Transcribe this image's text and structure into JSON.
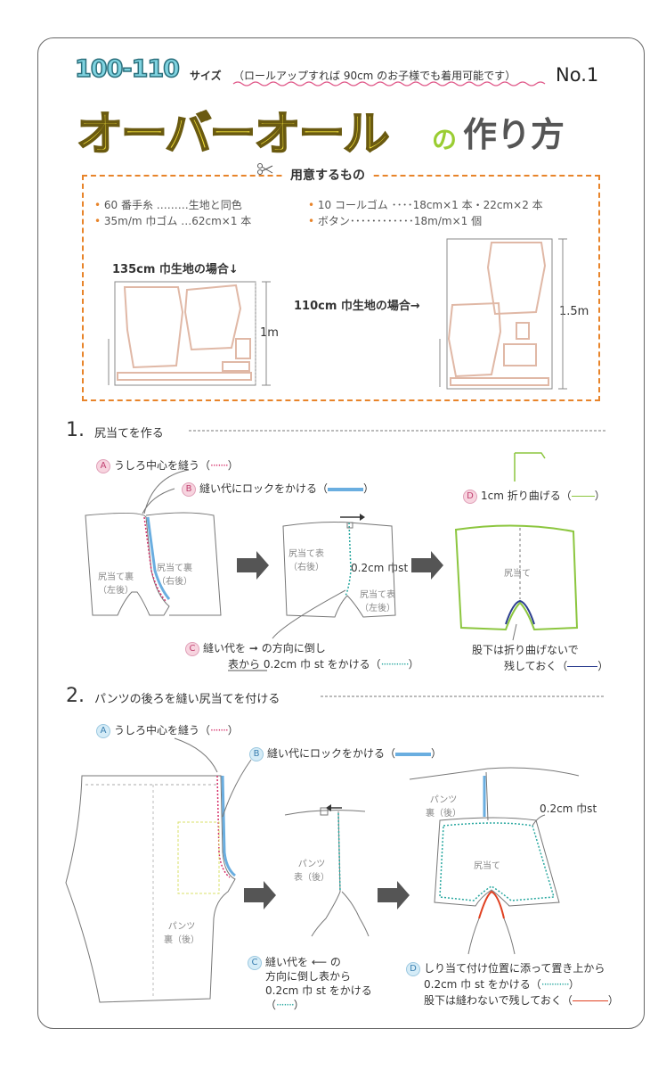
{
  "header": {
    "size_range": "100-110",
    "size_suffix": "サイズ",
    "size_note": "（ロールアップすれば 90cm のお子様でも着用可能です）",
    "number": "No.1",
    "title_main": "オーバーオール",
    "title_no": "の",
    "title_sub": "作り方"
  },
  "materials": {
    "title": "用意するもの",
    "items": [
      "60 番手糸 ………生地と同色",
      "35m/m 巾ゴム …62cm×1 本",
      "10 コールゴム ････18cm×1 本・22cm×2 本",
      "ボタン････････････18m/m×1 個"
    ],
    "fabric_135_label": "135cm 巾生地の場合↓",
    "fabric_135_length": "1m",
    "fabric_110_label": "110cm 巾生地の場合→",
    "fabric_110_length": "1.5m"
  },
  "section1": {
    "number": "1.",
    "title": "尻当てを作る",
    "step_a_letter": "A",
    "step_a": "うしろ中心を縫う（",
    "step_b_letter": "B",
    "step_b": "縫い代にロックをかける（",
    "step_c_letter": "C",
    "step_c_line1": "縫い代を",
    "step_c_line1b": "の方向に倒し",
    "step_c_line2": "表から 0.2cm 巾 st をかける（",
    "step_d_letter": "D",
    "step_d": "1cm 折り曲げる（",
    "close_paren": "）",
    "label_inside_left": "尻当て裏\n（左後）",
    "label_inside_right": "尻当て裏\n（右後）",
    "label_outside_right": "尻当て表\n（右後）",
    "label_outside_left": "尻当て表\n（左後）",
    "stitch_label": "0.2cm 巾st",
    "finished_label": "尻当て",
    "crotch_note_1": "股下は折り曲げないで",
    "crotch_note_2": "残しておく（"
  },
  "section2": {
    "number": "2.",
    "title": "パンツの後ろを縫い尻当てを付ける",
    "step_a_letter": "A",
    "step_a": "うしろ中心を縫う（",
    "step_b_letter": "B",
    "step_b": "縫い代にロックをかける（",
    "step_c_letter": "C",
    "step_c_line1": "縫い代を",
    "step_c_line1b": "の",
    "step_c_line2": "方向に倒し表から",
    "step_c_line3": "0.2cm 巾 st をかける",
    "step_c_line4": "（",
    "step_d_letter": "D",
    "step_d_line1": "しり当て付け位置に添って置き上から",
    "step_d_line2": "0.2cm 巾 st をかける（",
    "step_d_line3": "股下は縫わないで残しておく（",
    "close_paren": "）",
    "pants_back_inside": "パンツ\n裏（後）",
    "pants_back_outside": "パンツ\n表（後）",
    "pants_back_inside_2": "パンツ\n裏（後）",
    "stitch_label": "0.2cm 巾st",
    "seat_label": "尻当て"
  },
  "colors": {
    "pink_stitch": "#d6336c",
    "lock": "#6aaee0",
    "teal_stitch": "#2aa8a0",
    "green_fold": "#8cc63f",
    "navy": "#2c3e8f",
    "red": "#e04020",
    "orange": "#e8842a"
  }
}
